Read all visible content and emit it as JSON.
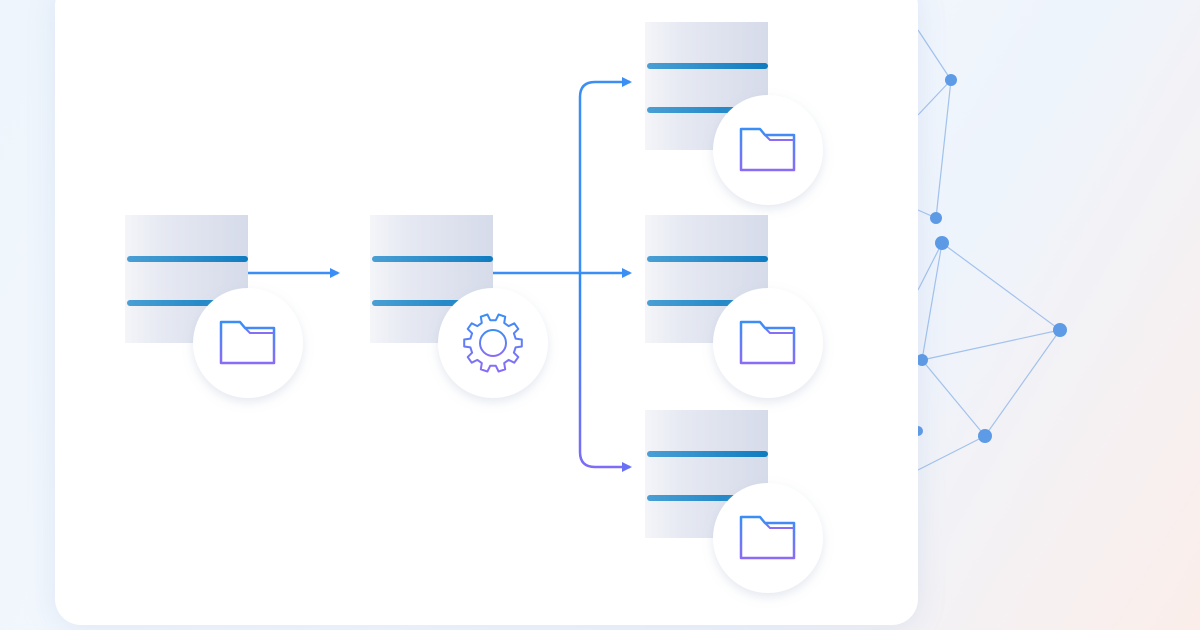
{
  "diagram": {
    "colors": {
      "accent": "#3a8ef6",
      "accent_end": "#7b6cf6",
      "stripe": "#1a86c8",
      "server_body": "#e2e6f0",
      "network": "#6aa2e8"
    },
    "nodes": [
      {
        "id": "source",
        "icon": "folder-icon"
      },
      {
        "id": "processor",
        "icon": "gear-icon"
      },
      {
        "id": "target-1",
        "icon": "folder-icon"
      },
      {
        "id": "target-2",
        "icon": "folder-icon"
      },
      {
        "id": "target-3",
        "icon": "folder-icon"
      }
    ],
    "edges": [
      [
        "source",
        "processor"
      ],
      [
        "processor",
        "target-1"
      ],
      [
        "processor",
        "target-2"
      ],
      [
        "processor",
        "target-3"
      ]
    ]
  }
}
